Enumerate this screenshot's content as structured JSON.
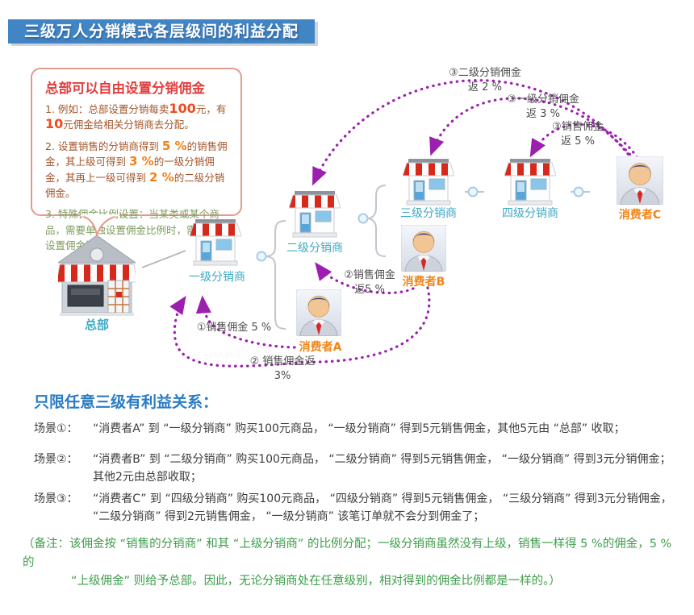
{
  "title": "三级万人分销模式各层级间的利益分配",
  "colors": {
    "banner_blue": "#4285c4",
    "bubble_border": "#e59a8b",
    "heading_red": "#e23d3d",
    "body_brown": "#a3562b",
    "highlight_red": "#f04b1f",
    "highlight_orange": "#f47f16",
    "item3_green": "#7d9d5f",
    "shop_label_teal": "#3fa9c4",
    "consumer_label_orange": "#f08519",
    "arrow_purple": "#9d1fb0",
    "rules_heading_blue": "#2a7cc4",
    "note_green": "#3d9e4a"
  },
  "commission_box": {
    "heading": "总部可以自由设置分销佣金",
    "item1_segments": [
      {
        "text": "1. 例如：总部设置分销每卖"
      },
      {
        "text": "100",
        "cls": "hl-red"
      },
      {
        "text": "元，有"
      },
      {
        "text": "10",
        "cls": "hl-red"
      },
      {
        "text": "元佣金给相关分销商去分配。"
      }
    ],
    "item2_segments": [
      {
        "text": "2. 设置销售的分销商得到 "
      },
      {
        "text": "5 %",
        "cls": "hl-orange"
      },
      {
        "text": "的销售佣金，其上级可得到 "
      },
      {
        "text": "3 %",
        "cls": "hl-orange"
      },
      {
        "text": "的一级分销佣金，其再上一级可得到 "
      },
      {
        "text": "2 %",
        "cls": "hl-orange"
      },
      {
        "text": "的二级分销佣金。"
      }
    ],
    "item3": "3. 特殊佣金比例设置：当某类或某个商品，需要单独设置佣金比例时，需要单独设置佣金比例。"
  },
  "entities": {
    "hq": "总部",
    "level1": "一级分销商",
    "level2": "二级分销商",
    "level3": "三级分销商",
    "level4": "四级分销商",
    "consumer_a": "消费者A",
    "consumer_b": "消费者B",
    "consumer_c": "消费者C"
  },
  "arrow_labels": {
    "a_sale": {
      "line1": "①销售佣金 5 %",
      "line2": ""
    },
    "b_sale": {
      "line1": "②销售佣金",
      "line2": "返5  %"
    },
    "b_level1": {
      "line1": "② 销售佣金返",
      "line2": "3%"
    },
    "c_level2": {
      "line1": "③二级分销佣金",
      "line2": "返 2 %"
    },
    "c_level1": {
      "line1": "③一级分销佣金",
      "line2": "返 3 %"
    },
    "c_sale": {
      "line1": "③销售佣金",
      "line2": "返 5 %"
    }
  },
  "rules": {
    "heading": "只限任意三级有利益关系：",
    "scenarios": [
      {
        "label": "场景①：",
        "line1": "“消费者A” 到 “一级分销商” 购买100元商品， “一级分销商” 得到5元销售佣金，其他5元由 “总部” 收取；",
        "line2": ""
      },
      {
        "label": "场景②：",
        "line1": "“消费者B” 到 “二级分销商” 购买100元商品， “二级分销商” 得到5元销售佣金， “一级分销商” 得到3元分销佣金；",
        "line2": "其他2元由总部收取；"
      },
      {
        "label": "场景③：",
        "line1": "“消费者C” 到 “四级分销商” 购买100元商品， “四级分销商” 得到5元销售佣金， “三级分销商” 得到3元分销佣金，",
        "line2": "“二级分销商” 得到2元销售佣金， “一级分销商” 该笔订单就不会分到佣金了；"
      }
    ],
    "note_line1": "（备注：该佣金按 “销售的分销商” 和其 “上级分销商” 的比例分配；一级分销商虽然没有上级，销售一样得 5 %的佣金，5  %的",
    "note_line2": "“上级佣金” 则给予总部。因此，无论分销商处在任意级别，相对得到的佣金比例都是一样的。）"
  }
}
